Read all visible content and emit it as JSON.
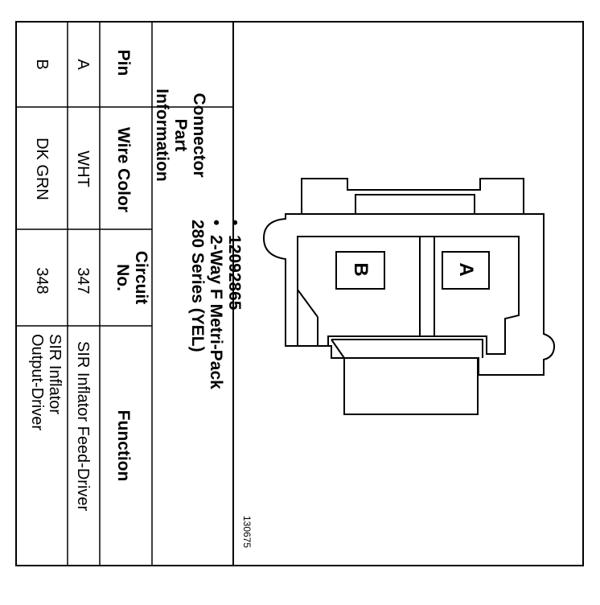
{
  "table": {
    "headers": {
      "pin": "Pin",
      "wire_color": "Wire Color",
      "circuit_no": "Circuit No.",
      "function": "Function"
    },
    "connector_info": {
      "label": "Connector Part Information",
      "bullets": [
        "12092865",
        "2-Way F Metri-Pack 280 Series (YEL)"
      ]
    },
    "rows": [
      {
        "pin": "A",
        "wire_color": "WHT",
        "circuit": "347",
        "function": "SIR Inflator Feed-Driver"
      },
      {
        "pin": "B",
        "wire_color": "DK GRN",
        "circuit": "348",
        "function": "SIR Inflator Output-Driver"
      }
    ]
  },
  "diagram": {
    "image_id": "130675",
    "cavity_labels": [
      "A",
      "B"
    ]
  }
}
